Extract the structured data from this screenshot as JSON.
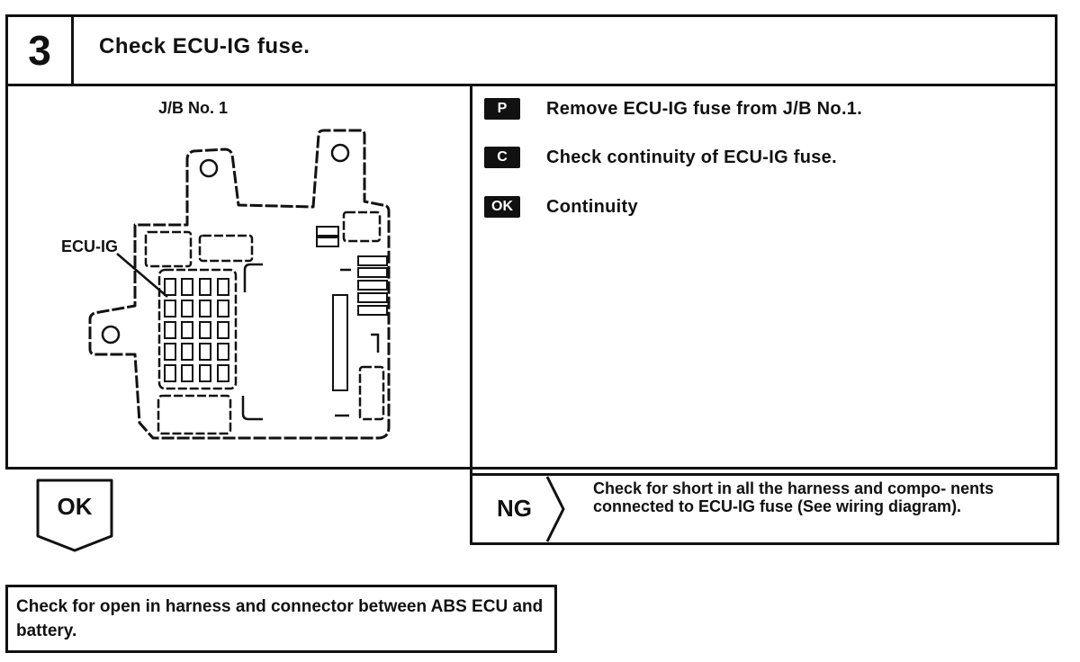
{
  "step": {
    "number": "3",
    "title": "Check ECU-IG fuse."
  },
  "diagram": {
    "title": "J/B No. 1",
    "callout_label": "ECU-IG"
  },
  "procedure": [
    {
      "badge": "P",
      "text": "Remove ECU-IG fuse from J/B No.1."
    },
    {
      "badge": "C",
      "text": "Check continuity of ECU-IG fuse."
    },
    {
      "badge": "OK",
      "text": "Continuity"
    }
  ],
  "results": {
    "ok_label": "OK",
    "ng_label": "NG",
    "ng_text": "Check for short in all the harness and compo- nents connected to ECU-IG fuse (See wiring diagram)."
  },
  "next_step": {
    "text": "Check for open in harness and connector between ABS ECU and battery."
  }
}
